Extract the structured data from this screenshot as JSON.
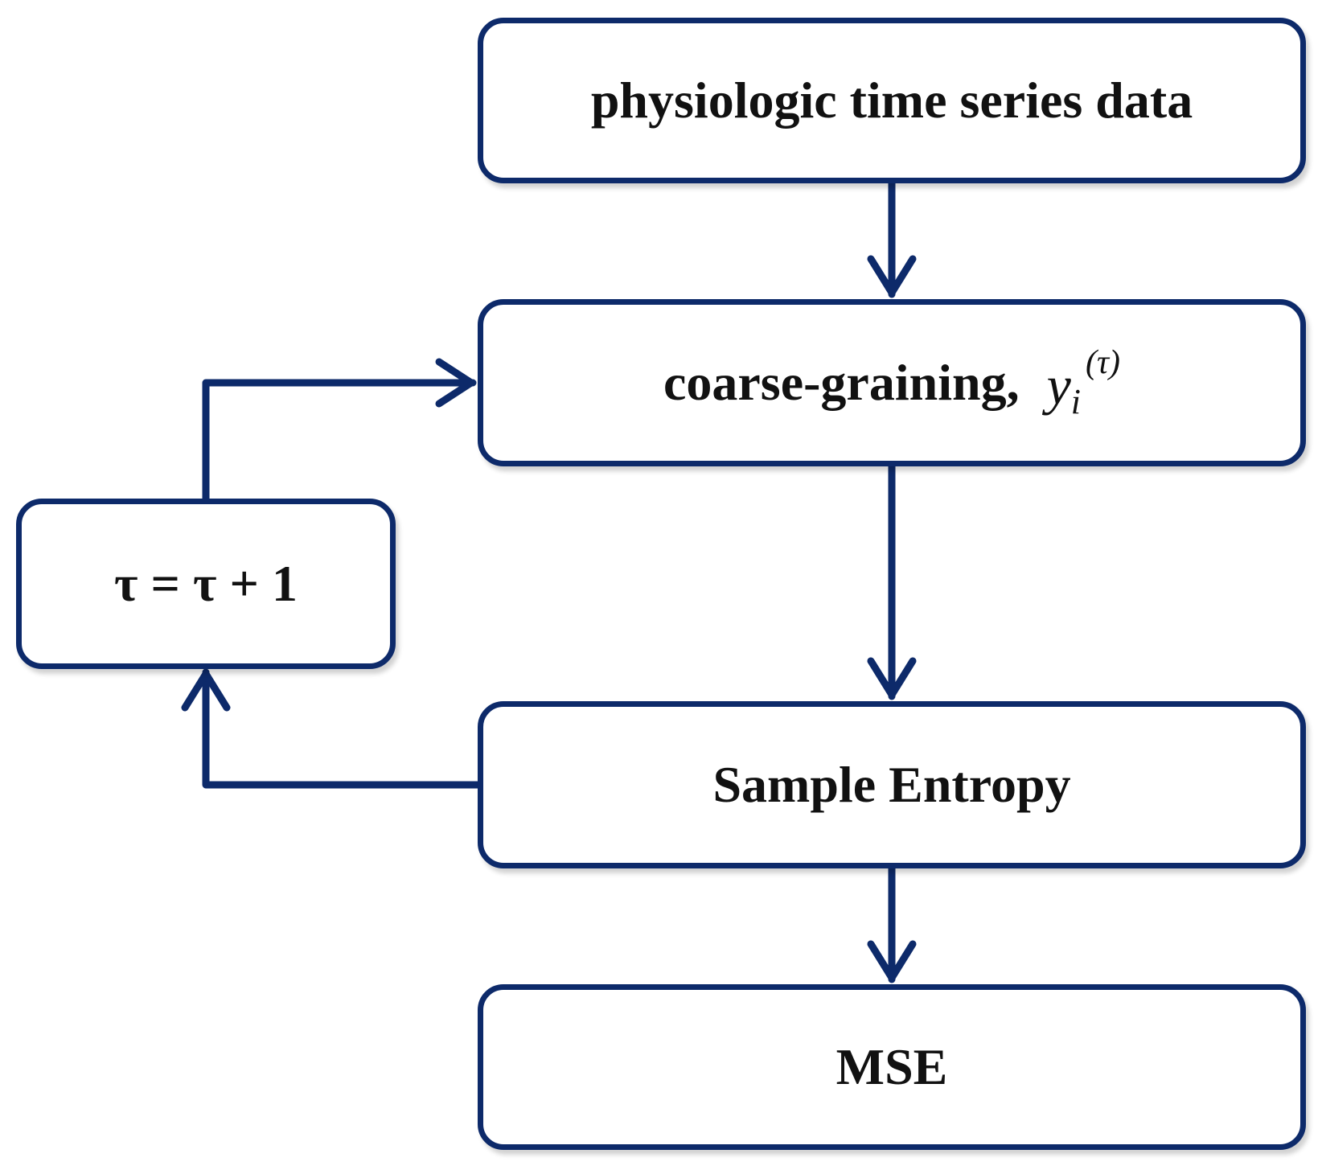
{
  "colors": {
    "line": "#0d2a6a",
    "text": "#111111",
    "background": "#ffffff"
  },
  "nodes": {
    "data": {
      "label": "physiologic time series data"
    },
    "coarse": {
      "label": "coarse-graining,",
      "math_base": "y",
      "math_sub": "i",
      "math_sup": "(τ)"
    },
    "tau": {
      "label": "τ = τ + 1"
    },
    "sampen": {
      "label": "Sample Entropy"
    },
    "mse": {
      "label": "MSE"
    }
  },
  "edges": [
    {
      "from": "data",
      "to": "coarse"
    },
    {
      "from": "coarse",
      "to": "sampen"
    },
    {
      "from": "sampen",
      "to": "mse"
    },
    {
      "from": "sampen",
      "to": "tau"
    },
    {
      "from": "tau",
      "to": "coarse"
    }
  ]
}
